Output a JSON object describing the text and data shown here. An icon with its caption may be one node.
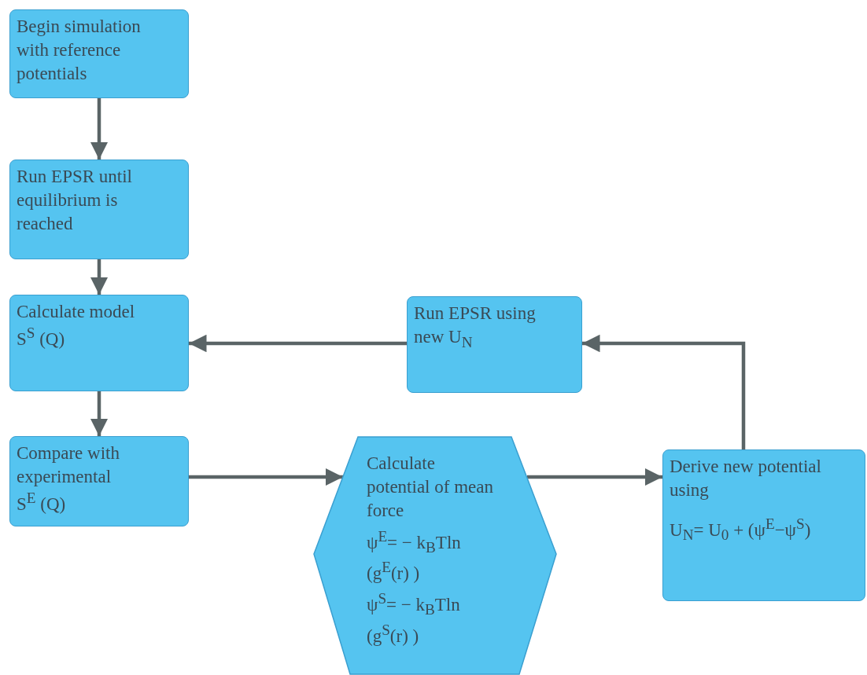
{
  "diagram": {
    "nodes": [
      {
        "text": [
          "Begin simulation with reference potentials"
        ]
      },
      {
        "text": [
          "Run EPSR until equilibrium is reached"
        ]
      },
      {
        "text": [
          "Calculate model",
          "S$^{S}$ (Q)"
        ]
      },
      {
        "text": [
          "Compare with experimental",
          "S$^{E}$ (Q)"
        ]
      },
      {
        "text": [
          "Calculate potential of mean force",
          "ψ$^{E}$= − k$_{B}$Tln (g$^{E}$(r) )",
          "ψ$^{S}$= − k$_{B}$Tln (g$^{S}$(r) )"
        ]
      },
      {
        "text": [
          "Run EPSR using new U$_{N}$"
        ]
      },
      {
        "text": [
          "Derive new potential using",
          "U$_{N}$= U$_{0}$ + (ψ$^{E}$−ψ$^{S}$)"
        ]
      }
    ],
    "edges": [
      {
        "from": 0,
        "to": 1,
        "arrow": "to"
      },
      {
        "from": 1,
        "to": 2,
        "arrow": "to"
      },
      {
        "from": 2,
        "to": 3,
        "arrow": "to"
      },
      {
        "from": 3,
        "to": 4,
        "arrow": "to"
      },
      {
        "from": 4,
        "to": 6,
        "arrow": "to"
      },
      {
        "from": 6,
        "to": 5,
        "arrow": "to"
      },
      {
        "from": 5,
        "to": 2,
        "arrow": "to"
      }
    ]
  }
}
